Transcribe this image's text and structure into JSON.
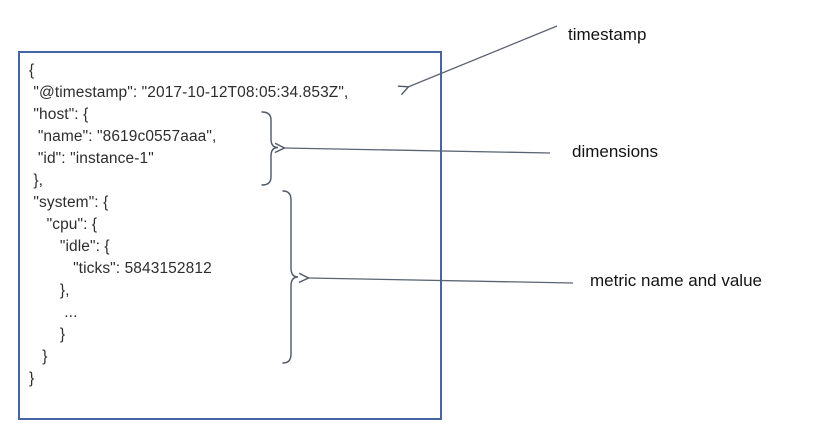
{
  "colors": {
    "box_border": "#4565a5",
    "annotation_stroke": "#4e5866",
    "code_text": "#2d2d2d",
    "label_text": "#131313",
    "background": "#ffffff"
  },
  "code": {
    "lines": [
      "{",
      " \"@timestamp\": \"2017-10-12T08:05:34.853Z\",",
      " \"host\": {",
      "  \"name\": \"8619c0557aaa\",",
      "  \"id\": \"instance-1\"",
      " },",
      " \"system\": {",
      "    \"cpu\": {",
      "       \"idle\": {",
      "          \"ticks\": 5843152812",
      "       },",
      "        ...",
      "       }",
      "   }",
      "}"
    ]
  },
  "annotations": {
    "timestamp": {
      "label": "timestamp"
    },
    "dimensions": {
      "label": "dimensions"
    },
    "metric": {
      "label": "metric name and value"
    }
  }
}
